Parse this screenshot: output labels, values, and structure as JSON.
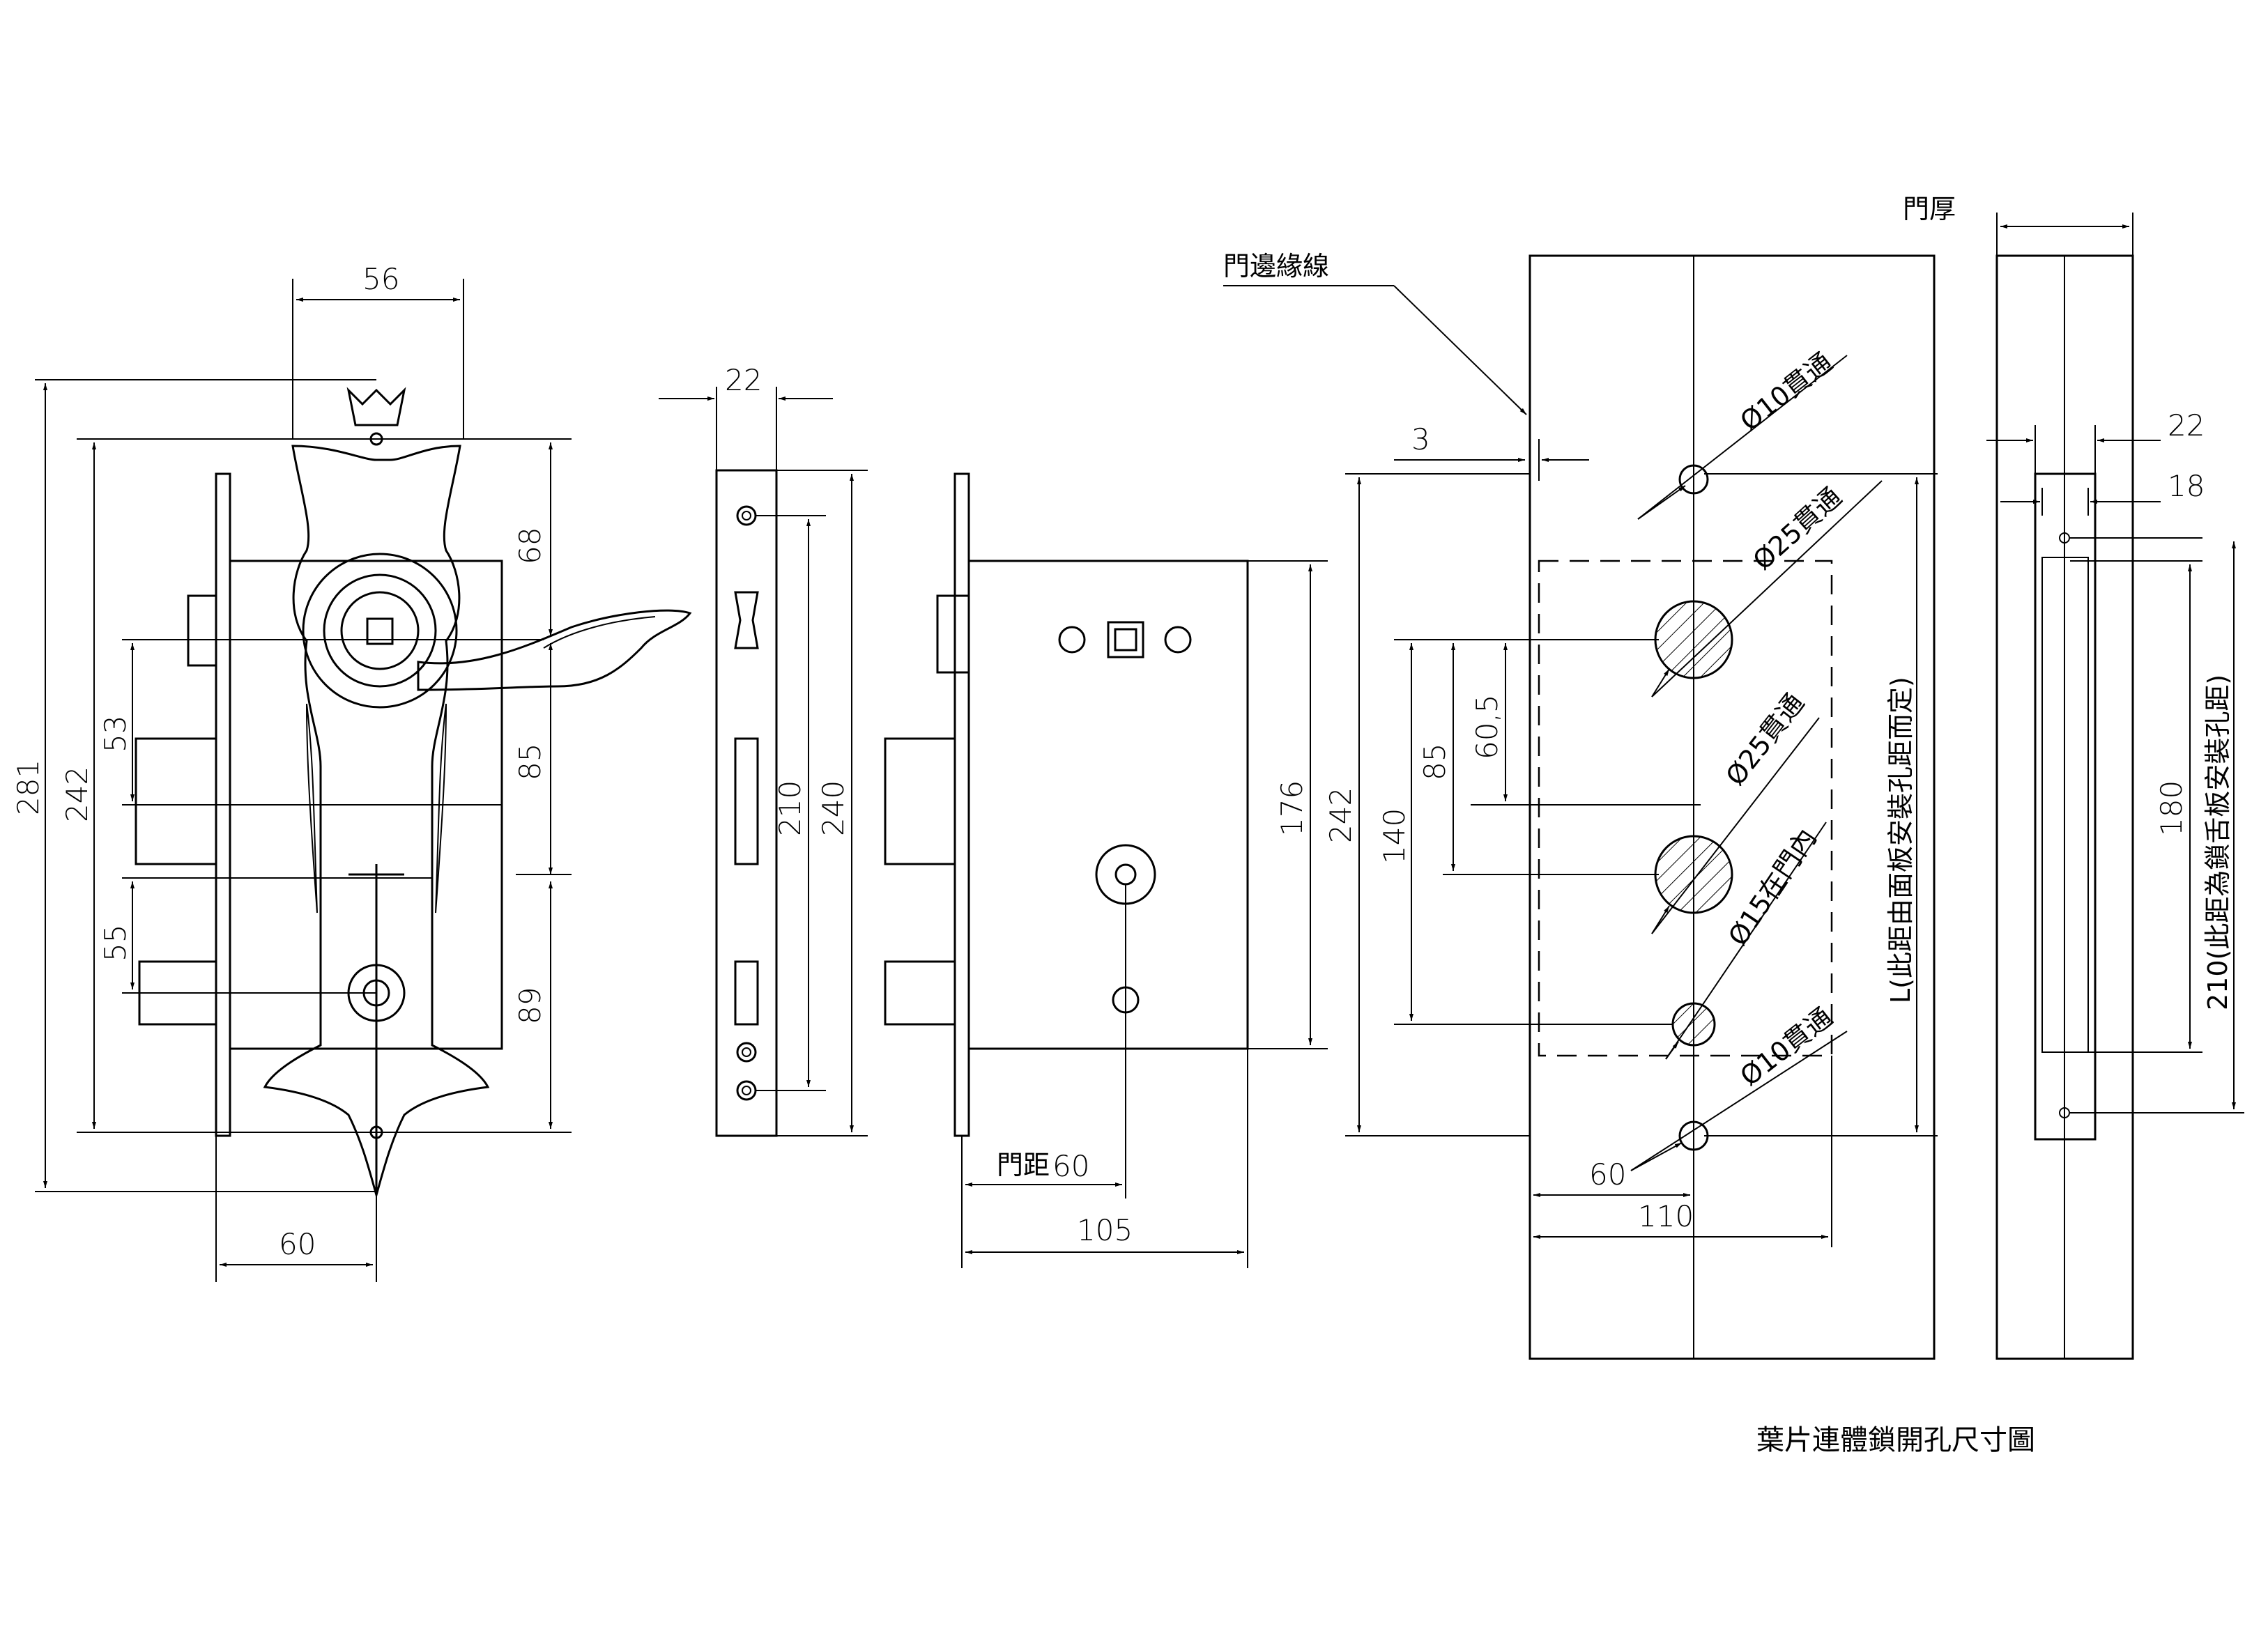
{
  "caption": "葉片連體鎖開孔尺寸圖",
  "view1": {
    "d56": "56",
    "d281": "281",
    "d242": "242",
    "d53": "53",
    "d55": "55",
    "d68": "68",
    "d85": "85",
    "d89": "89",
    "d60": "60"
  },
  "view2": {
    "d22": "22",
    "d210": "210",
    "d240": "240"
  },
  "view3": {
    "d176": "176",
    "d105": "105",
    "backset_label": "門距",
    "backset_value": "60"
  },
  "view4": {
    "edge_label": "門邊緣線",
    "d3": "3",
    "d242": "242",
    "d140": "140",
    "d85": "85",
    "d605": "60,5",
    "h1": "Ø10貫通",
    "h2": "Ø25貫通",
    "h3": "Ø25貫通",
    "h4": "Ø15在門內",
    "h5": "Ø10貫通",
    "d60": "60",
    "d110": "110",
    "L_note": "L(此距由面板安裝孔距而定)"
  },
  "view5": {
    "thickness_label": "門厚",
    "d22": "22",
    "d18": "18",
    "d180": "180",
    "note210": "210(此距為鎖舌板安裝孔距)"
  }
}
